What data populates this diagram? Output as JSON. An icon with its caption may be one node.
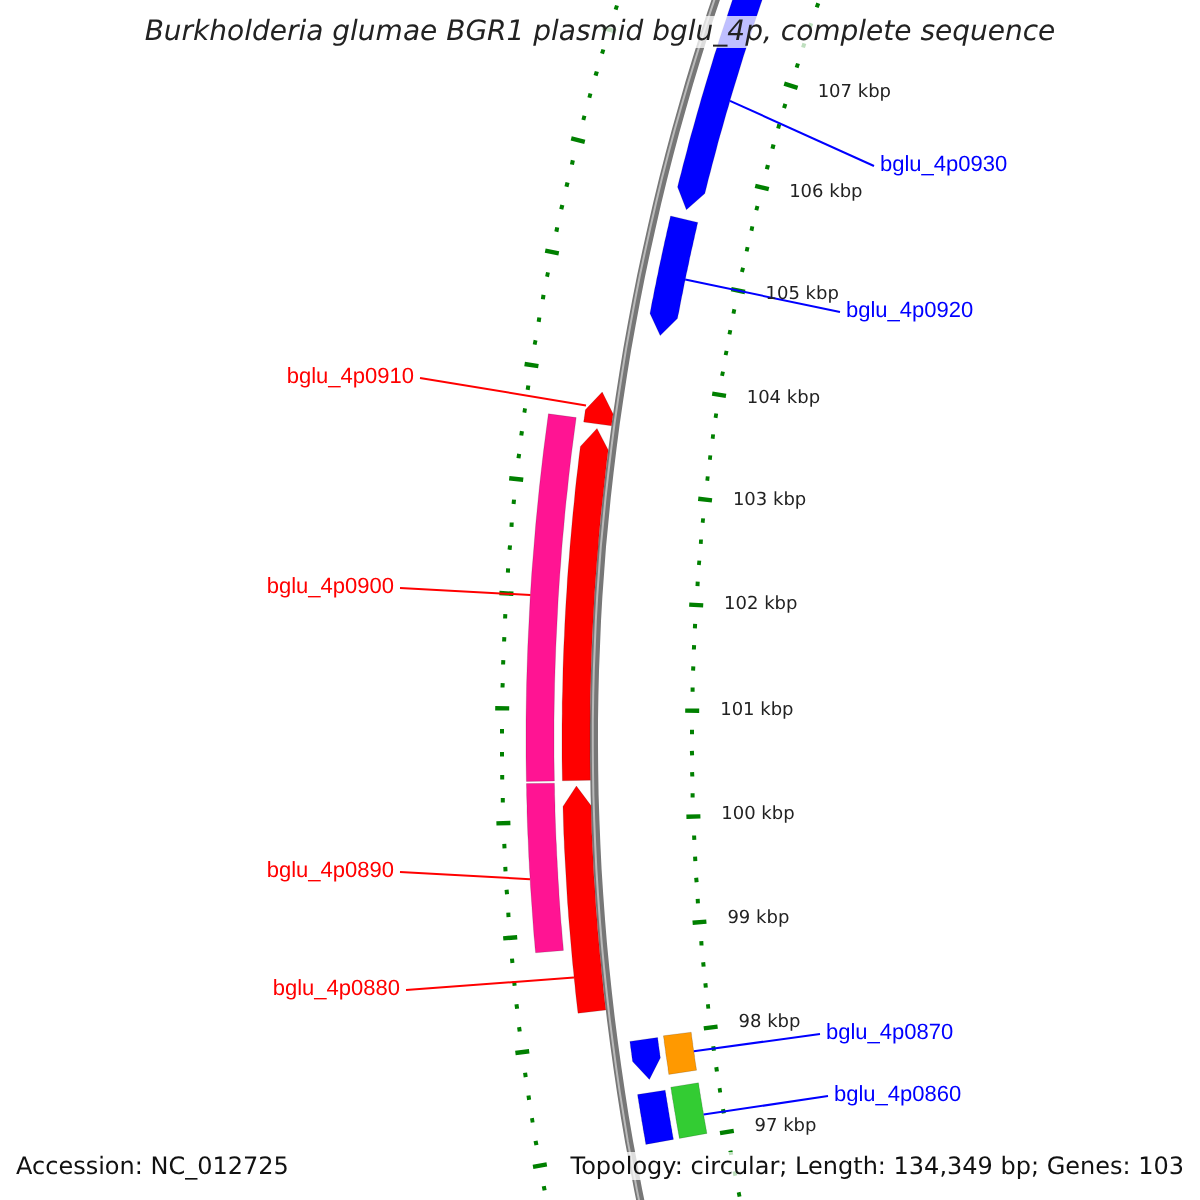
{
  "diagram": {
    "title": "Burkholderia glumae BGR1 plasmid bglu_4p, complete sequence",
    "nodes": [
      {
        "text": [
          "bglu_4p0930"
        ]
      },
      {
        "text": [
          "bglu_4p0920"
        ]
      },
      {
        "text": [
          "bglu_4p0910"
        ]
      },
      {
        "text": [
          "bglu_4p0900"
        ]
      },
      {
        "text": [
          "bglu_4p0890"
        ]
      },
      {
        "text": [
          "bglu_4p0880"
        ]
      },
      {
        "text": [
          "bglu_4p0870"
        ]
      },
      {
        "text": [
          "bglu_4p0860"
        ]
      },
      {
        "text": [],
        "shape": "arrow"
      },
      {
        "text": [],
        "shape": "arrow"
      },
      {
        "text": [],
        "shape": "arrow"
      },
      {
        "text": [],
        "shape": "bar"
      },
      {
        "text": [],
        "shape": "arrow"
      },
      {
        "text": [],
        "shape": "bar"
      },
      {
        "text": [],
        "shape": "arrow"
      },
      {
        "text": [],
        "shape": "arrow"
      },
      {
        "text": [],
        "shape": "bar"
      },
      {
        "text": [],
        "shape": "bar"
      },
      {
        "text": [],
        "shape": "bar"
      }
    ],
    "edges": [
      {
        "from": 0,
        "to": 8,
        "arrow": "none",
        "color": "#0000ff"
      },
      {
        "from": 1,
        "to": 9,
        "arrow": "none",
        "color": "#0000ff"
      },
      {
        "from": 2,
        "to": 10,
        "arrow": "none",
        "color": "#ff0000"
      },
      {
        "from": 3,
        "to": 11,
        "arrow": "none",
        "color": "#ff0000"
      },
      {
        "from": 4,
        "to": 13,
        "arrow": "none",
        "color": "#ff0000"
      },
      {
        "from": 5,
        "to": 14,
        "arrow": "none",
        "color": "#ff0000"
      },
      {
        "from": 6,
        "to": 16,
        "arrow": "none",
        "color": "#0000ff"
      },
      {
        "from": 7,
        "to": 18,
        "arrow": "none",
        "color": "#0000ff"
      }
    ],
    "labels": [
      "107 kbp",
      "106 kbp",
      "105 kbp",
      "104 kbp",
      "103 kbp",
      "102 kbp",
      "101 kbp",
      "100 kbp",
      "99 kbp",
      "98 kbp",
      "97 kbp",
      "Accession: NC_012725",
      "Topology: circular; Length: 134,349 bp; Genes: 103"
    ]
  }
}
